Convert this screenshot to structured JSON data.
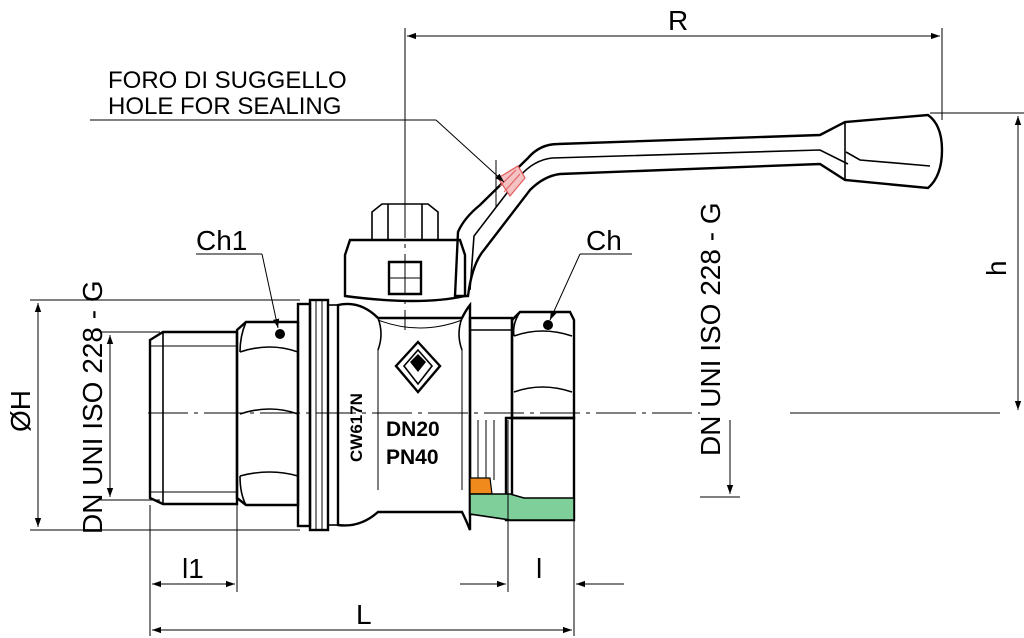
{
  "labels": {
    "sealing_hole_it": "FORO DI SUGGELLO",
    "sealing_hole_en": "HOLE FOR SEALING",
    "ch1": "Ch1",
    "ch": "Ch",
    "thread_left": "DN UNI ISO 228 - G",
    "thread_right": "DN UNI ISO 228 - G",
    "diameter_h": "ØH",
    "dim_r": "R",
    "dim_h": "h",
    "dim_l": "L",
    "dim_l1": "l1",
    "dim_l_small": "l",
    "body_mark": "CW617N",
    "size": "DN20",
    "pressure": "PN40"
  },
  "colors": {
    "ink": "#000000",
    "seal_green": "#7fcf9b",
    "gasket_orange": "#f08a1c",
    "sealing_hole_hatch": "#e05a5a"
  }
}
